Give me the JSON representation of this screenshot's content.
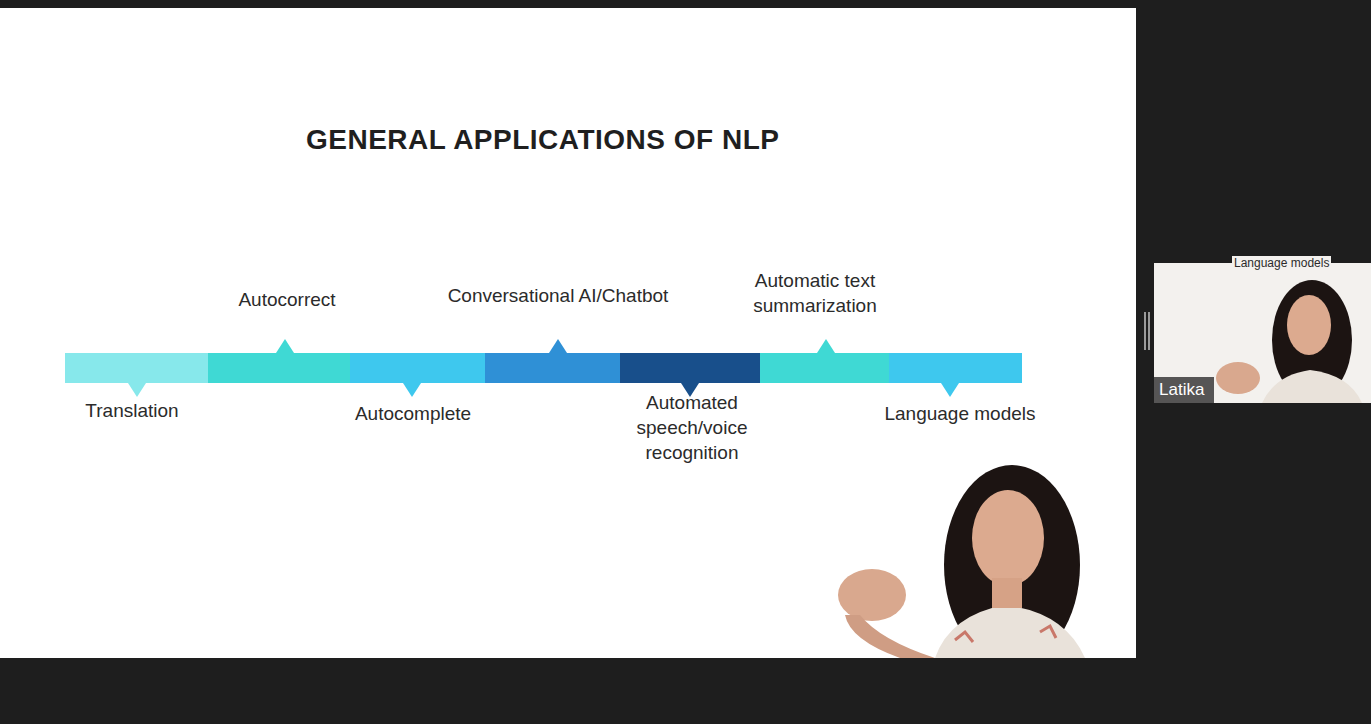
{
  "diagram": {
    "title": "GENERAL APPLICATIONS OF NLP",
    "nodes": [
      {
        "text": [
          "Translation"
        ]
      },
      {
        "text": [
          "Autocorrect"
        ]
      },
      {
        "text": [
          "Autocomplete"
        ]
      },
      {
        "text": [
          "Conversational AI/Chatbot"
        ]
      },
      {
        "text": [
          "Automated speech/voice recognition"
        ]
      },
      {
        "text": [
          "Automatic text summarization"
        ]
      },
      {
        "text": [
          "Language models"
        ]
      }
    ],
    "labels": [
      "Language models",
      "Latika"
    ]
  }
}
